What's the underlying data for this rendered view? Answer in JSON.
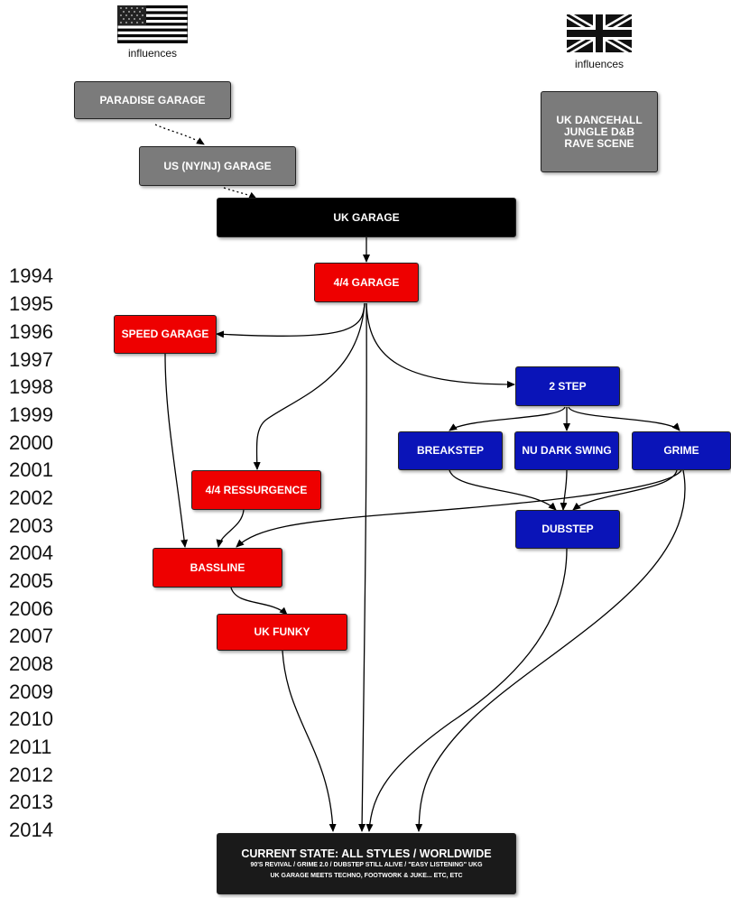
{
  "influences": {
    "us_label": "influences",
    "uk_label": "influences"
  },
  "nodes": {
    "paradise_garage": "PARADISE GARAGE",
    "us_garage": "US (NY/NJ) GARAGE",
    "uk_influences": "UK DANCEHALL\nJUNGLE D&B\nRAVE SCENE",
    "uk_garage": "UK GARAGE",
    "four_four_garage": "4/4 GARAGE",
    "speed_garage": "SPEED GARAGE",
    "two_step": "2 STEP",
    "breakstep": "BREAKSTEP",
    "nu_dark_swing": "NU DARK SWING",
    "grime": "GRIME",
    "four_four_ressurgence": "4/4 RESSURGENCE",
    "dubstep": "DUBSTEP",
    "bassline": "BASSLINE",
    "uk_funky": "UK FUNKY"
  },
  "current_state": {
    "title": "CURRENT STATE: ALL STYLES / WORLDWIDE",
    "line1": "90'S REVIVAL / GRIME 2.0 / DUBSTEP STILL ALIVE / \"EASY LISTENING\" UKG",
    "line2": "UK GARAGE MEETS TECHNO, FOOTWORK & JUKE... ETC, ETC"
  },
  "timeline": {
    "years": [
      "1994",
      "1995",
      "1996",
      "1997",
      "1998",
      "1999",
      "2000",
      "2001",
      "2002",
      "2003",
      "2004",
      "2005",
      "2006",
      "2007",
      "2008",
      "2009",
      "2010",
      "2011",
      "2012",
      "2013",
      "2014"
    ]
  },
  "colors": {
    "influence": "#7b7b7b",
    "uk_garage": "#000000",
    "four_four_branch": "#ee0000",
    "two_step_branch": "#0a14b8",
    "current": "#1a1a1a"
  }
}
